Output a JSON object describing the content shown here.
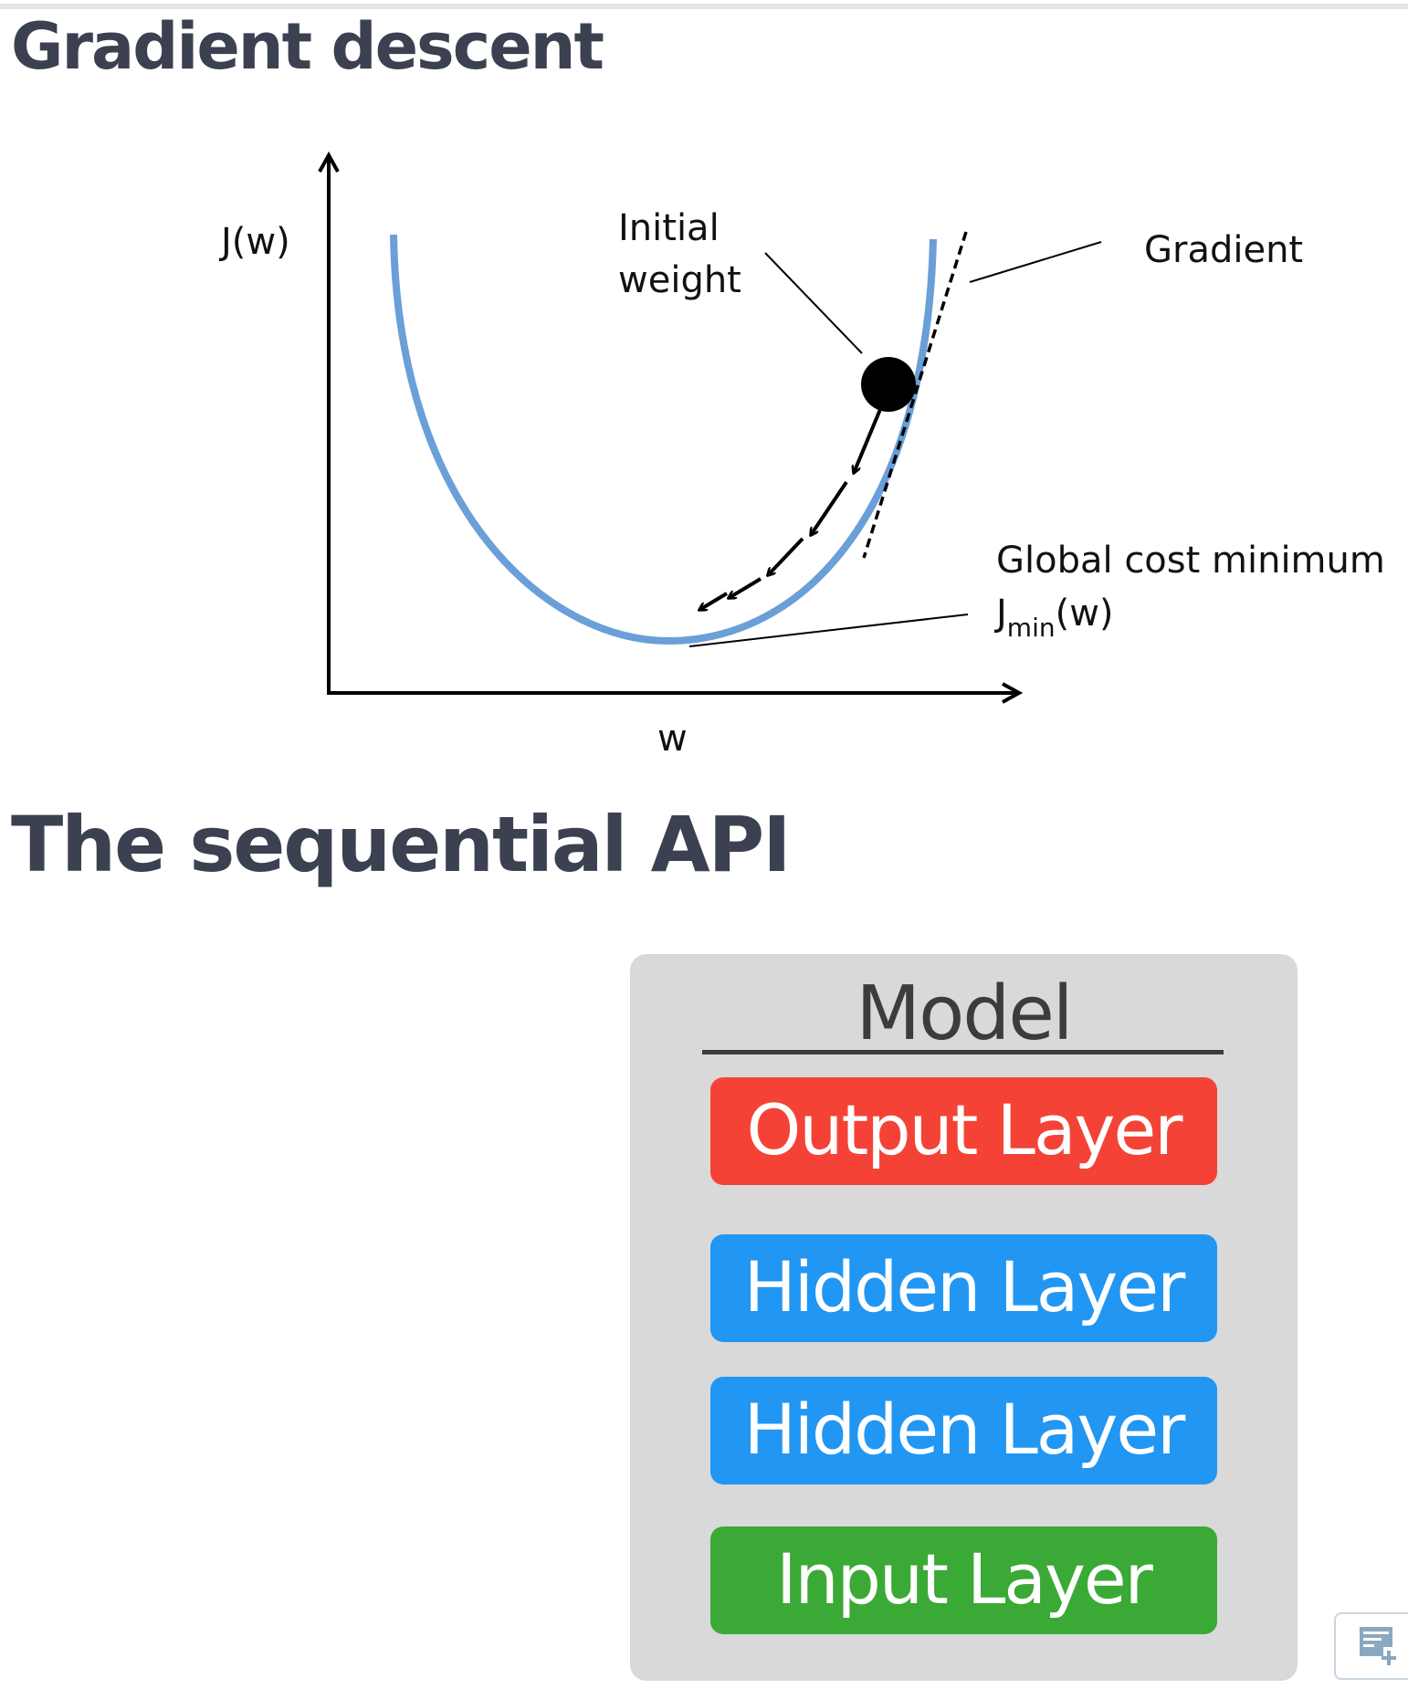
{
  "sections": [
    {
      "title": "Gradient descent"
    },
    {
      "title": "The sequential API"
    }
  ],
  "diagram": {
    "y_axis_label": "J(w)",
    "x_axis_label": "w",
    "initial_weight_label": [
      "Initial",
      "weight"
    ],
    "gradient_label": "Gradient",
    "minimum_label": "Global cost minimum",
    "jmin_main": "J",
    "jmin_sub": "min",
    "jmin_tail": "(w)",
    "curve_color": "#6a9fd8"
  },
  "model": {
    "title": "Model",
    "layers": [
      {
        "label": "Output Layer",
        "color": "#f44336"
      },
      {
        "label": "Hidden Layer",
        "color": "#2196f3"
      },
      {
        "label": "Hidden Layer",
        "color": "#2196f3"
      },
      {
        "label": "Input Layer",
        "color": "#3aa935"
      }
    ]
  },
  "widget": {
    "icon": "add-note-icon"
  }
}
